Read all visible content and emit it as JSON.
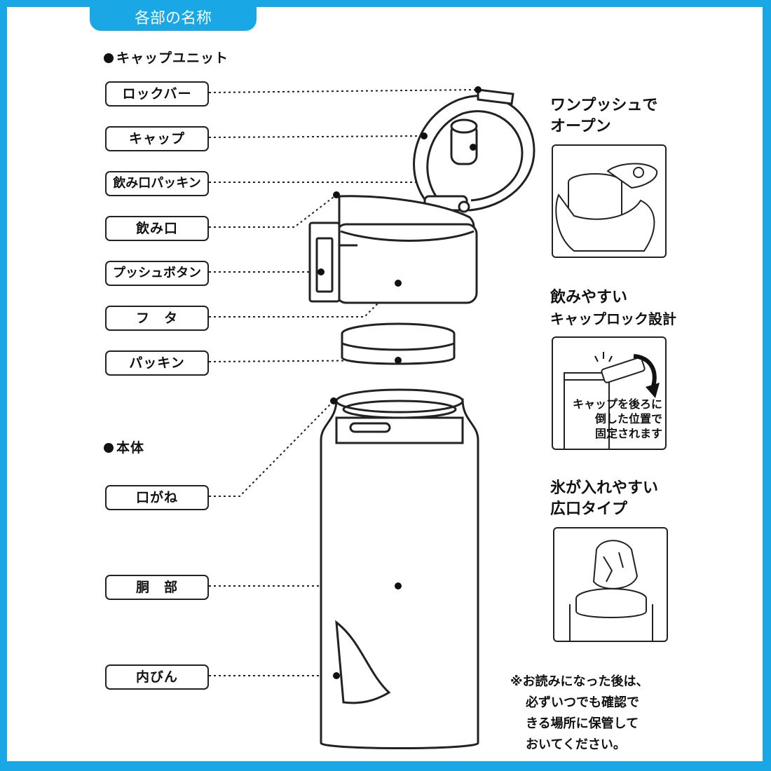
{
  "header": {
    "title": "各部の名称"
  },
  "sections": {
    "cap_unit": "キャップユニット",
    "body": "本体"
  },
  "labels": {
    "lock_bar": "ロックバー",
    "cap": "キャップ",
    "mouth_packing": "飲み口パッキン",
    "mouth": "飲み口",
    "push_button": "プッシュボタン",
    "lid": "フ　タ",
    "packing": "パッキン",
    "mouth_ring": "口がね",
    "barrel": "胴　部",
    "inner_bottle": "内びん"
  },
  "features": {
    "one_push": {
      "line1": "ワンプッシュで",
      "line2": "オープン"
    },
    "cap_lock": {
      "line1": "飲みやすい",
      "line2": "キャップロック設計",
      "note1": "キャップを後ろに",
      "note2": "倒した位置で",
      "note3": "固定されます"
    },
    "wide_mouth": {
      "line1": "氷が入れやすい",
      "line2": "広口タイプ"
    }
  },
  "footnote": {
    "line1": "※お読みになった後は、",
    "line2": "必ずいつでも確認で",
    "line3": "きる場所に保管して",
    "line4": "おいてください。"
  }
}
